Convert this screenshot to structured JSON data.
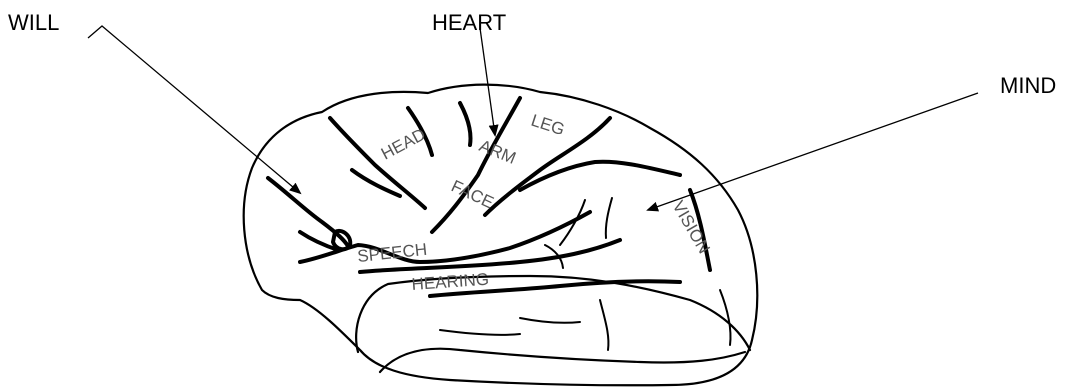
{
  "callouts": {
    "will": "WILL",
    "heart": "HEART",
    "mind": "MIND"
  },
  "regions": {
    "head": "HEAD",
    "leg": "LEG",
    "arm": "ARM",
    "face": "FACE",
    "speech": "SPEECH",
    "hearing": "HEARING",
    "vision": "VISION"
  },
  "colors": {
    "ink": "#000000",
    "region_text": "#555555",
    "background": "#ffffff"
  }
}
